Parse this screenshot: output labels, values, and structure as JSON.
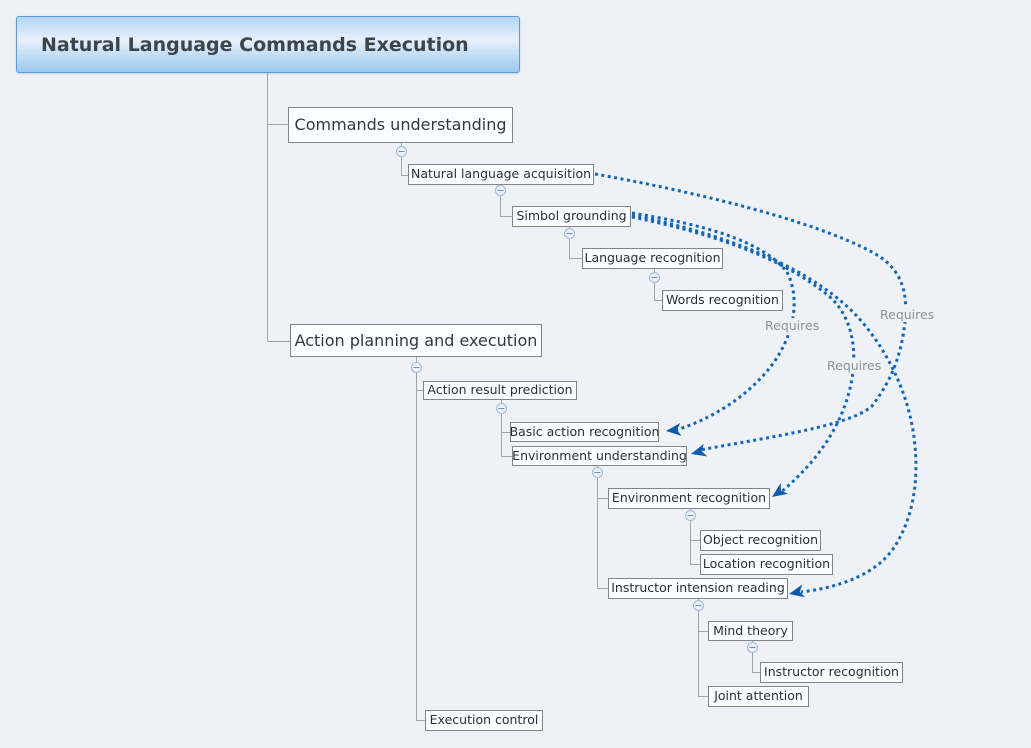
{
  "app": {
    "type": "mind-map-canvas"
  },
  "map": {
    "root": {
      "label": "Natural Language Commands Execution",
      "children": [
        {
          "label": "Commands understanding",
          "children": [
            {
              "label": "Natural language acquisition",
              "children": [
                {
                  "label": "Simbol grounding",
                  "children": [
                    {
                      "label": "Language recognition",
                      "children": [
                        {
                          "label": "Words recognition",
                          "children": []
                        }
                      ]
                    }
                  ]
                }
              ]
            }
          ]
        },
        {
          "label": "Action planning and execution",
          "children": [
            {
              "label": "Action result prediction",
              "children": [
                {
                  "label": "Basic action recognition",
                  "children": []
                },
                {
                  "label": "Environment understanding",
                  "children": [
                    {
                      "label": "Environment recognition",
                      "children": [
                        {
                          "label": "Object recognition",
                          "children": []
                        },
                        {
                          "label": "Location recognition",
                          "children": []
                        }
                      ]
                    },
                    {
                      "label": "Instructor intension reading",
                      "children": [
                        {
                          "label": "Mind theory",
                          "children": [
                            {
                              "label": "Instructor recognition",
                              "children": []
                            }
                          ]
                        },
                        {
                          "label": "Joint attention",
                          "children": []
                        }
                      ]
                    }
                  ]
                }
              ]
            },
            {
              "label": "Execution control",
              "children": []
            }
          ]
        }
      ]
    }
  },
  "links": [
    {
      "from": "Natural language acquisition",
      "to": "Environment understanding",
      "label": "Requires"
    },
    {
      "from": "Simbol grounding",
      "to": "Basic action recognition",
      "label": "Requires"
    },
    {
      "from": "Simbol grounding",
      "to": "Environment recognition",
      "label": "Requires"
    },
    {
      "from": "Simbol grounding",
      "to": "Instructor intension reading"
    }
  ],
  "icons": {
    "collapse": "−",
    "link_arrow": "◀"
  },
  "colors": {
    "background": "#eef1f6",
    "link_blue": "#1467b4",
    "arrow_blue": "#0e5aab",
    "tree_line": "#a4a4a4",
    "node_border": "#848484",
    "node_background": "#fcfdfe",
    "root_border": "#5e9ad6",
    "root_gradient_top": "#b4d6f3",
    "root_gradient_bottom": "#9dc9ee",
    "requires_text": "#8b9199"
  }
}
